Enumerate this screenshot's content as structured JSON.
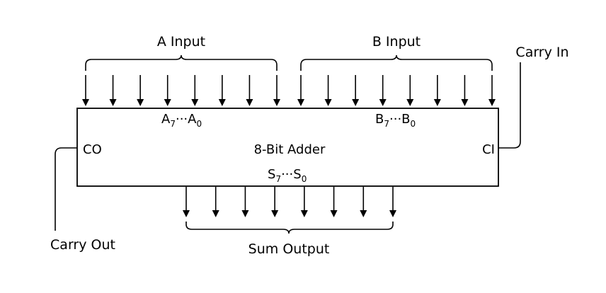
{
  "block": {
    "title": "8-Bit Adder",
    "carry_out_pin": "CO",
    "carry_in_pin": "CI"
  },
  "inputs": {
    "a": {
      "label": "A Input",
      "bus_name": "A",
      "msb_index": "7",
      "ellipsis": "···",
      "lsb_index": "0",
      "bit_count": 8
    },
    "b": {
      "label": "B Input",
      "bus_name": "B",
      "msb_index": "7",
      "ellipsis": "···",
      "lsb_index": "0",
      "bit_count": 8
    },
    "carry_in_label": "Carry In"
  },
  "outputs": {
    "sum": {
      "label": "Sum Output",
      "bus_name": "S",
      "msb_index": "7",
      "ellipsis": "···",
      "lsb_index": "0",
      "bit_count": 8
    },
    "carry_out_label": "Carry Out"
  }
}
